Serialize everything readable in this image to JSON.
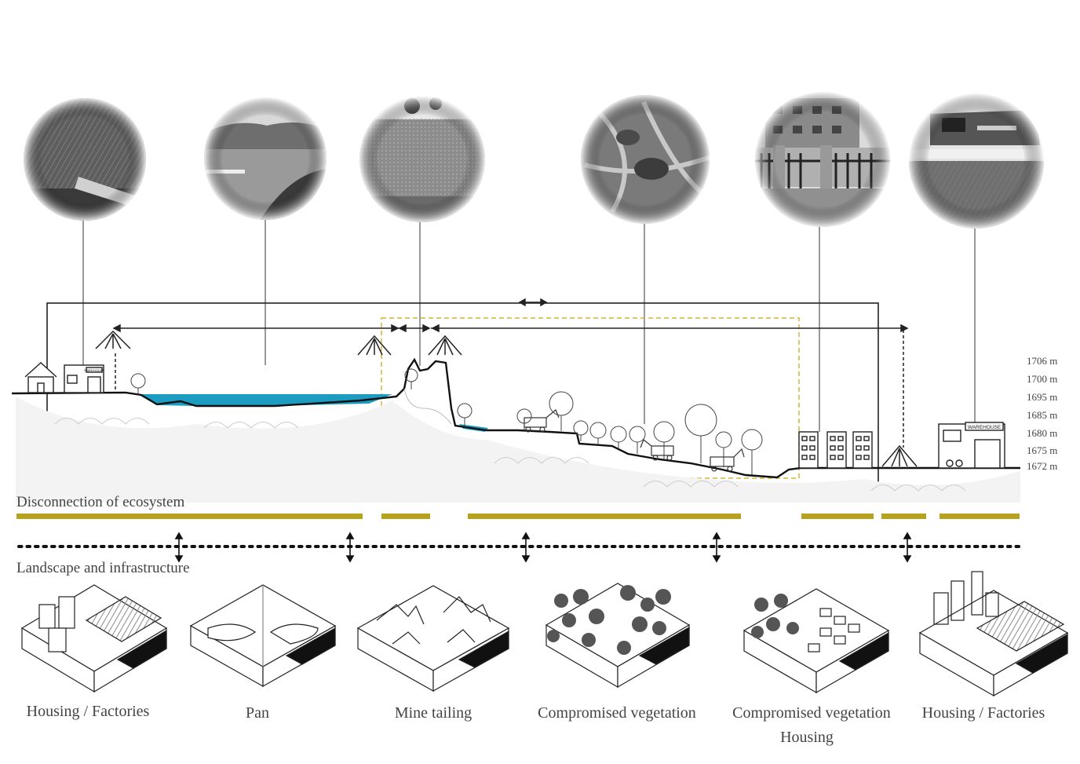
{
  "sections": {
    "disconnection": "Disconnection of  ecosystem",
    "landscape": "Landscape and infrastructure"
  },
  "elevations": [
    "1706 m",
    "1700 m",
    "1695 m",
    "1685 m",
    "1680 m",
    "1675 m",
    "1672 m"
  ],
  "photos": [
    {
      "icon": "aerial-city-photo"
    },
    {
      "icon": "pan-lake-photo"
    },
    {
      "icon": "mine-tailing-slope-photo"
    },
    {
      "icon": "aerial-mine-photo"
    },
    {
      "icon": "apartment-building-photo"
    },
    {
      "icon": "warehouse-photo"
    }
  ],
  "section_labels": {
    "warehouse_left": "WAREHOUSE",
    "warehouse_right": "WAREHOUSE"
  },
  "captions": [
    {
      "text": "Housing / Factories"
    },
    {
      "text": "Pan"
    },
    {
      "text": "Mine tailing"
    },
    {
      "text": "Compromised vegetation"
    },
    {
      "text": "Compromised vegetation",
      "text2": "Housing"
    },
    {
      "text": "Housing / Factories"
    }
  ],
  "colors": {
    "accent_bar": "#b8a11c",
    "dashed_box": "#d4b43a",
    "water": "#1b9cc0",
    "line": "#222222"
  }
}
